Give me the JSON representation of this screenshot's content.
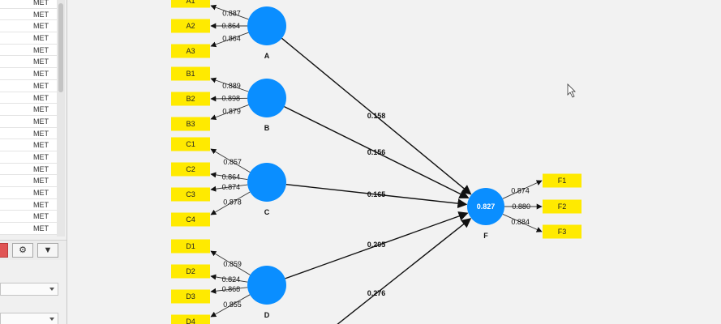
{
  "left_panel": {
    "status_label": "MET",
    "rows": [
      "MET",
      "MET",
      "MET",
      "MET",
      "MET",
      "MET",
      "MET",
      "MET",
      "MET",
      "MET",
      "MET",
      "MET",
      "MET",
      "MET",
      "MET",
      "MET",
      "MET",
      "MET",
      "MET",
      "MET"
    ]
  },
  "toolbar": {
    "gear_icon": "gear-icon",
    "collapse_icon": "collapse-icon"
  },
  "colors": {
    "latent": "#0a8eff",
    "indicator": "#ffea00",
    "background": "#f2f2f2"
  },
  "model": {
    "latent_variables": [
      {
        "id": "A",
        "label": "A",
        "value": ""
      },
      {
        "id": "B",
        "label": "B",
        "value": ""
      },
      {
        "id": "C",
        "label": "C",
        "value": ""
      },
      {
        "id": "D",
        "label": "D",
        "value": ""
      },
      {
        "id": "F",
        "label": "F",
        "value": "0.827"
      }
    ],
    "indicators": [
      {
        "id": "A1",
        "label": "A1",
        "latent": "A"
      },
      {
        "id": "A2",
        "label": "A2",
        "latent": "A"
      },
      {
        "id": "A3",
        "label": "A3",
        "latent": "A"
      },
      {
        "id": "B1",
        "label": "B1",
        "latent": "B"
      },
      {
        "id": "B2",
        "label": "B2",
        "latent": "B"
      },
      {
        "id": "B3",
        "label": "B3",
        "latent": "B"
      },
      {
        "id": "C1",
        "label": "C1",
        "latent": "C"
      },
      {
        "id": "C2",
        "label": "C2",
        "latent": "C"
      },
      {
        "id": "C3",
        "label": "C3",
        "latent": "C"
      },
      {
        "id": "C4",
        "label": "C4",
        "latent": "C"
      },
      {
        "id": "D1",
        "label": "D1",
        "latent": "D"
      },
      {
        "id": "D2",
        "label": "D2",
        "latent": "D"
      },
      {
        "id": "D3",
        "label": "D3",
        "latent": "D"
      },
      {
        "id": "D4",
        "label": "D4",
        "latent": "D"
      },
      {
        "id": "F1",
        "label": "F1",
        "latent": "F"
      },
      {
        "id": "F2",
        "label": "F2",
        "latent": "F"
      },
      {
        "id": "F3",
        "label": "F3",
        "latent": "F"
      }
    ],
    "loadings": [
      {
        "latent": "A",
        "indicator": "A1",
        "value": "0.887"
      },
      {
        "latent": "A",
        "indicator": "A2",
        "value": "0.864"
      },
      {
        "latent": "A",
        "indicator": "A3",
        "value": "0.864"
      },
      {
        "latent": "B",
        "indicator": "B1",
        "value": "0.889"
      },
      {
        "latent": "B",
        "indicator": "B2",
        "value": "0.898"
      },
      {
        "latent": "B",
        "indicator": "B3",
        "value": "0.879"
      },
      {
        "latent": "C",
        "indicator": "C1",
        "value": "0.857"
      },
      {
        "latent": "C",
        "indicator": "C2",
        "value": "0.864"
      },
      {
        "latent": "C",
        "indicator": "C3",
        "value": "0.874"
      },
      {
        "latent": "C",
        "indicator": "C4",
        "value": "0.878"
      },
      {
        "latent": "D",
        "indicator": "D1",
        "value": "0.859"
      },
      {
        "latent": "D",
        "indicator": "D2",
        "value": "0.824"
      },
      {
        "latent": "D",
        "indicator": "D3",
        "value": "0.868"
      },
      {
        "latent": "D",
        "indicator": "D4",
        "value": "0.855"
      },
      {
        "latent": "F",
        "indicator": "F1",
        "value": "0.874"
      },
      {
        "latent": "F",
        "indicator": "F2",
        "value": "0.880"
      },
      {
        "latent": "F",
        "indicator": "F3",
        "value": "0.884"
      }
    ],
    "paths": [
      {
        "from": "A",
        "to": "F",
        "value": "0.158"
      },
      {
        "from": "B",
        "to": "F",
        "value": "0.156"
      },
      {
        "from": "C",
        "to": "F",
        "value": "0.165"
      },
      {
        "from": "D",
        "to": "F",
        "value": "0.205"
      },
      {
        "from": "offscreen",
        "to": "F",
        "value": "0.276"
      }
    ]
  }
}
